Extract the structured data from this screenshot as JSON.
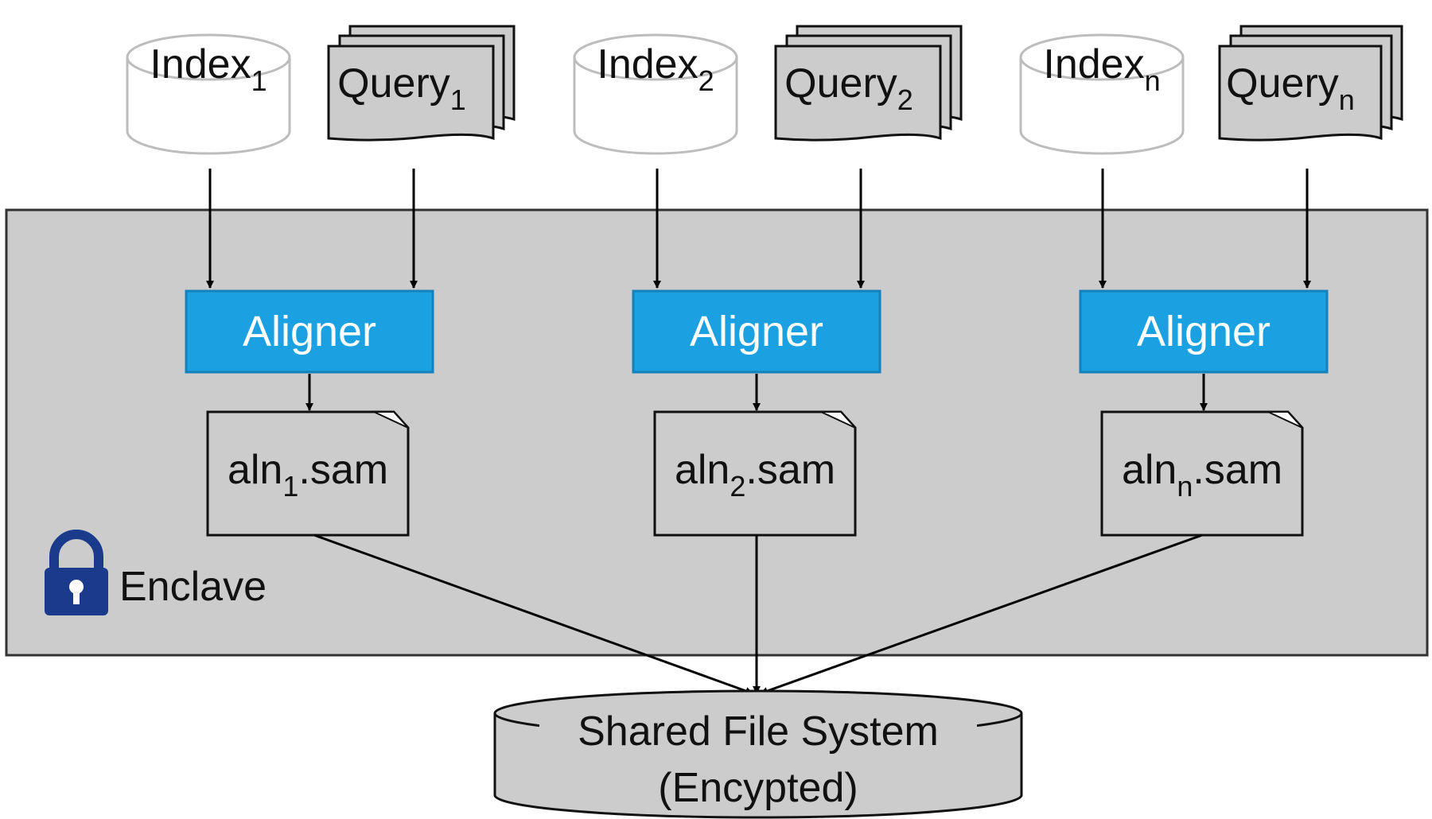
{
  "colors": {
    "enclave_fill": "#cccccc",
    "aligner_fill": "#1ba1e2",
    "aligner_text": "#ffffff",
    "cylinder_stroke": "#bdbdbd",
    "query_fill": "#cccccc",
    "lock_color": "#1a3a8c",
    "line_color": "#000000"
  },
  "enclave": {
    "label": "Enclave",
    "icon": "lock-icon"
  },
  "pipelines": [
    {
      "index": {
        "base": "Index",
        "sub": "1"
      },
      "query": {
        "base": "Query",
        "sub": "1"
      },
      "aligner": "Aligner",
      "output": {
        "pre": "aln",
        "sub": "1",
        "post": ".sam"
      }
    },
    {
      "index": {
        "base": "Index",
        "sub": "2"
      },
      "query": {
        "base": "Query",
        "sub": "2"
      },
      "aligner": "Aligner",
      "output": {
        "pre": "aln",
        "sub": "2",
        "post": ".sam"
      }
    },
    {
      "index": {
        "base": "Index",
        "sub": "n"
      },
      "query": {
        "base": "Query",
        "sub": "n"
      },
      "aligner": "Aligner",
      "output": {
        "pre": "aln",
        "sub": "n",
        "post": ".sam"
      }
    }
  ],
  "storage": {
    "line1": "Shared File System",
    "line2": "(Encypted)"
  }
}
